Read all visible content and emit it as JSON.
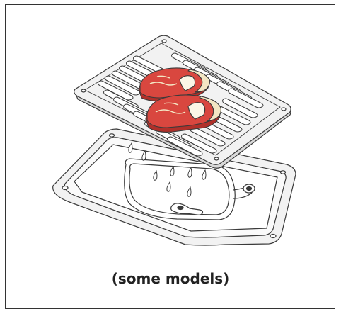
{
  "caption": "(some models)",
  "colors": {
    "line": "#3a3a3a",
    "metal": "#f2f2f2",
    "metal_shadow": "#d9d9d9",
    "meat": "#d9473f",
    "meat_dark": "#b0302a",
    "fat": "#f3e7c4",
    "bone": "#fbf6e6"
  },
  "illustration": {
    "upper_item": "broiler-grid",
    "lower_item": "broiler-pan",
    "food_items": [
      "steak",
      "steak"
    ],
    "drip_icon": "drip-icon"
  }
}
